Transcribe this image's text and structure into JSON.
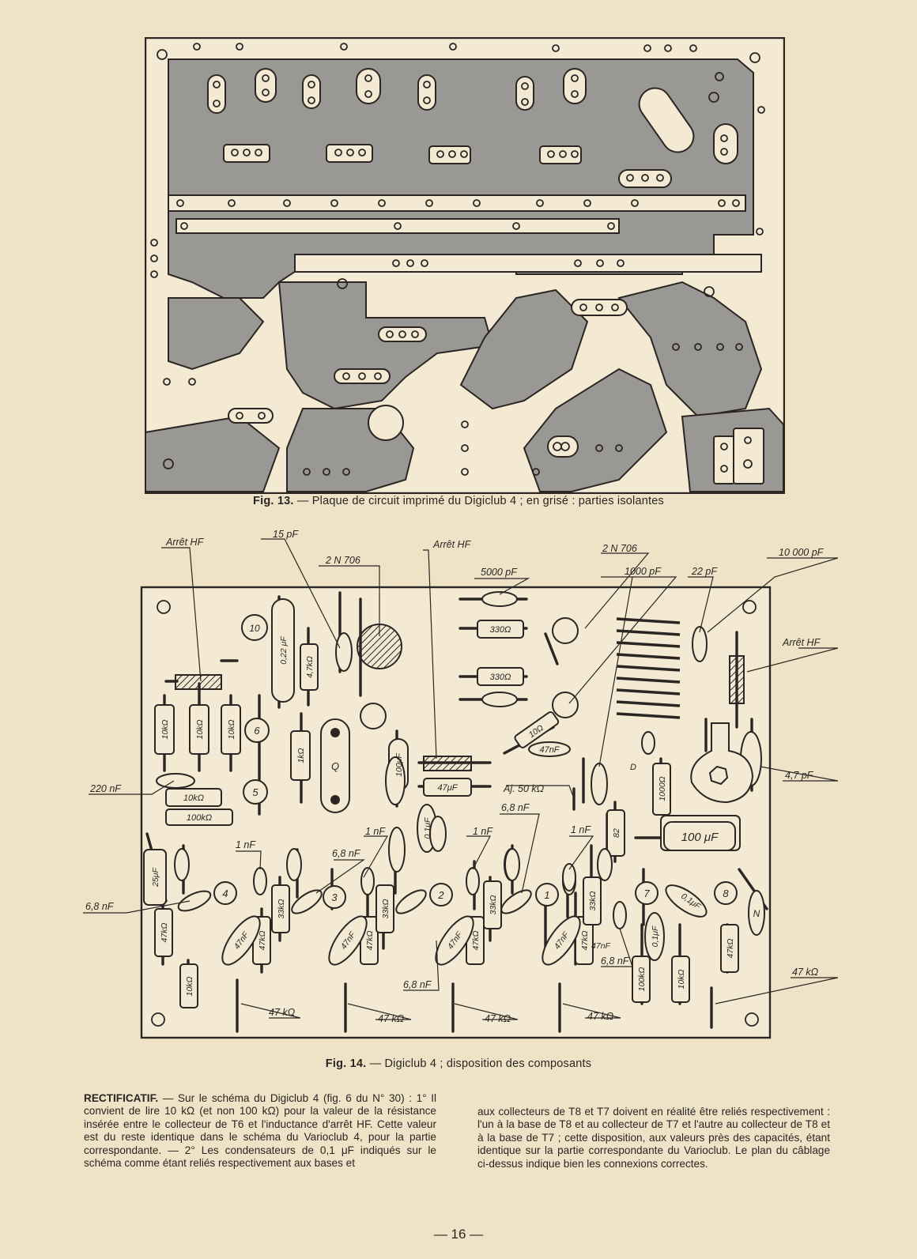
{
  "fig13": {
    "caption_num": "Fig. 13.",
    "caption_text": "— Plaque de circuit imprimé du Digiclub 4 ; en grisé : parties isolantes",
    "colors": {
      "board": "#f4ead3",
      "insulating": "#9a9894",
      "ink": "#2b2623"
    }
  },
  "fig14": {
    "caption_num": "Fig. 14.",
    "caption_text": "— Digiclub 4 ; disposition des composants",
    "callouts": {
      "arret_hf_1": "Arrêt HF",
      "cap_15pf": "15 pF",
      "trans_2n706_1": "2 N 706",
      "arret_hf_2": "Arrêt HF",
      "cap_5000pf_1": "5000 pF",
      "trans_2n706_2": "2 N 706",
      "cap_1000pf": "1000 pF",
      "cap_22pf": "22 pF",
      "cap_10000pf": "10 000 pF",
      "arret_hf_3": "Arrêt HF",
      "cap_220nf": "220 nF",
      "cap_47pf": "4,7 pF",
      "cap_6_8nf_1": "6,8 nF",
      "cap_1nf_1": "1 nF",
      "cap_6_8nf_2": "6,8 nF",
      "cap_1nf_2": "1 nF",
      "cap_6_8nf_3": "6,8 nF",
      "cap_1nf_3": "1 nF",
      "cap_1nf_4": "1 nF",
      "cap_6_8nf_4": "6,8 nF",
      "cap_6_8nf_5": "6,8 nF",
      "res_47k_1": "47 kΩ",
      "res_47k_2": "47 kΩ",
      "res_47k_3": "47 kΩ",
      "res_47k_4": "47 kΩ",
      "res_47k_5": "47 kΩ",
      "adj_50k": "Aj. 50 kΩ"
    },
    "labels": {
      "r330_1": "330Ω",
      "r330_2": "330Ω",
      "c022": "0,22 μF",
      "r47k_a": "4,7kΩ",
      "r10k_1": "10kΩ",
      "r10k_2": "10kΩ",
      "r10k_3": "10kΩ",
      "r1k": "1kΩ",
      "r10k_h": "10kΩ",
      "r100k_h": "100kΩ",
      "c100uf_v": "100μF",
      "c47uf": "47μF",
      "c01_1": "0,1μF",
      "r10": "10Ω",
      "c47nf_a": "47nF",
      "r1000": "1000Ω",
      "r82": "82",
      "c100uf_big": "100 μF",
      "c25uf": "25μF",
      "r33k_1": "33kΩ",
      "r33k_2": "33kΩ",
      "r33k_3": "33kΩ",
      "r33k_4": "33kΩ",
      "r47k_b1": "47kΩ",
      "r47k_b2": "47kΩ",
      "r47k_b3": "47kΩ",
      "r47k_b4": "47kΩ",
      "r47k_b5": "47kΩ",
      "r47k_b6": "47kΩ",
      "c47nf_1": "47nF",
      "c47nf_2": "47nF",
      "c47nf_3": "47nF",
      "c47nf_4": "47nF",
      "c47nf_5": "47nF",
      "r10k_low": "10kΩ",
      "r100k_low": "100kΩ",
      "r10k_low2": "10kΩ",
      "c01_2": "0,1μF",
      "c01_3": "0,1μF",
      "t1": "1",
      "t2": "2",
      "t3": "3",
      "t4": "4",
      "t5": "5",
      "t6": "6",
      "t7": "7",
      "t8": "8",
      "t10": "10",
      "d": "D",
      "q": "Q",
      "n": "N"
    }
  },
  "text": {
    "left_lead": "RECTIFICATIF.",
    "left_body": " — Sur le schéma du Digiclub 4 (fig. 6 du N° 30) : 1° Il convient de lire 10 kΩ (et non 100 kΩ) pour la valeur de la résistance insérée entre le collecteur de T6 et l'inductance d'arrêt HF. Cette valeur est du reste identique dans le schéma du Varioclub 4, pour la partie correspondante. — 2° Les condensateurs de 0,1 μF indiqués sur le schéma comme étant reliés respectivement aux bases et",
    "right_body": "aux collecteurs de T8 et T7 doivent en réalité être reliés respectivement : l'un à la base de T8 et au collecteur de T7 et l'autre au collecteur de T8 et à la base de T7 ; cette disposition, aux valeurs près des capacités, étant identique sur la partie correspondante du Varioclub. Le plan du câblage ci-dessus indique bien les connexions correctes."
  },
  "folio": "— 16 —"
}
